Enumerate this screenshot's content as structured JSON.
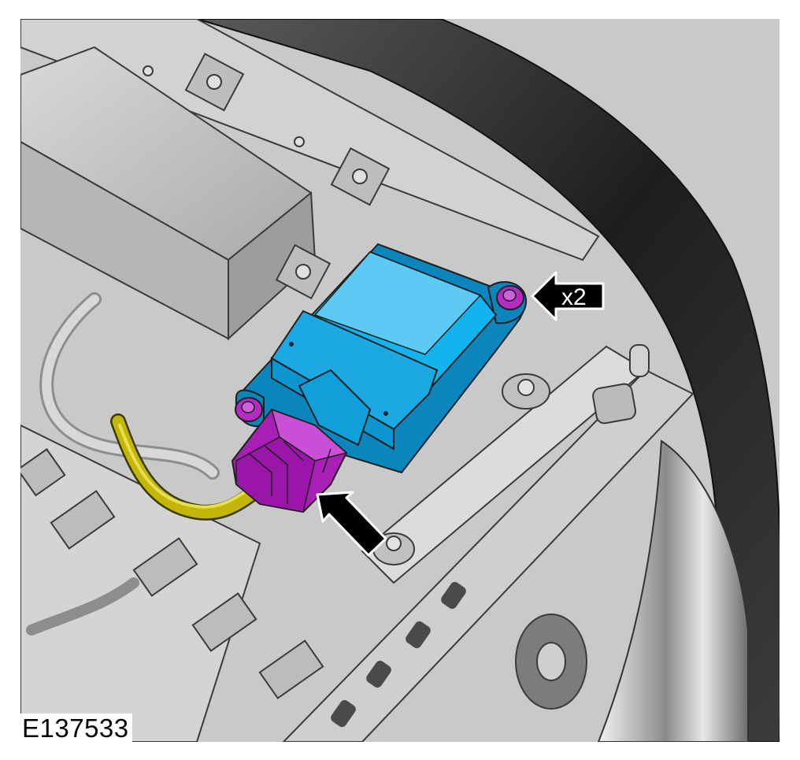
{
  "figure": {
    "reference_id": "E137533",
    "callouts": {
      "fastener_quantity": "x2"
    }
  },
  "components": {
    "module": "blue-module",
    "connector": "magenta-electrical-connector",
    "bolts": "magenta-retaining-bolts",
    "wire": "yellow-wire-harness"
  },
  "colors": {
    "module": "#12b4f0",
    "module_light": "#6fd4f8",
    "module_dark": "#0a86bd",
    "connector": "#a81fb6",
    "connector_light": "#c94fd6",
    "bolt": "#b32bc0",
    "wire": "#c4b608",
    "structure": "#c8c8c8",
    "structure_dark": "#9a9a9a",
    "tray": "#d6d6d6",
    "outline": "#3a3a3a",
    "trim": "#2e2e2e",
    "callout_fill": "#000000",
    "callout_stroke": "#ffffff"
  }
}
